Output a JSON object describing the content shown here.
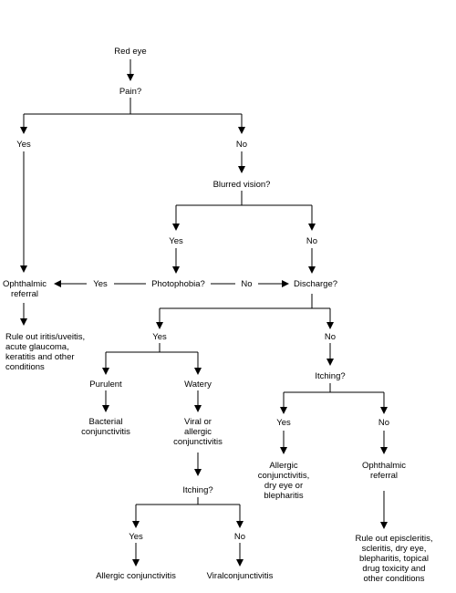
{
  "colors": {
    "line": "#000000",
    "text": "#000000",
    "background": "#ffffff"
  },
  "nodes": {
    "red_eye": "Red eye",
    "pain": "Pain?",
    "pain_yes": "Yes",
    "pain_no": "No",
    "blurred_vision": "Blurred vision?",
    "blurred_yes": "Yes",
    "blurred_no": "No",
    "ophthalmic_referral_1": "Ophthalmic\nreferral",
    "photo_yes": "Yes",
    "photophobia": "Photophobia?",
    "photo_no": "No",
    "discharge": "Discharge?",
    "rule_out_1": "Rule out iritis/uveitis,\nacute glaucoma,\nkeratitis and other\nconditions",
    "discharge_yes": "Yes",
    "discharge_no": "No",
    "purulent": "Purulent",
    "watery": "Watery",
    "bacterial": "Bacterial\nconjunctivitis",
    "viral_allergic": "Viral or\nallergic\nconjunctivitis",
    "itching_1": "Itching?",
    "itching_1_yes": "Yes",
    "itching_1_no": "No",
    "allergic_1": "Allergic conjunctivitis",
    "viral_1": "Viralconjunctivitis",
    "itching_2": "Itching?",
    "itching_2_yes": "Yes",
    "itching_2_no": "No",
    "allergic_2": "Allergic\nconjunctivitis,\ndry eye or\nblepharitis",
    "ophthalmic_referral_2": "Ophthalmic\nreferral",
    "rule_out_2": "Rule out episcleritis,\nscleritis, dry eye,\nblepharitis, topical\ndrug toxicity and\nother conditions"
  }
}
